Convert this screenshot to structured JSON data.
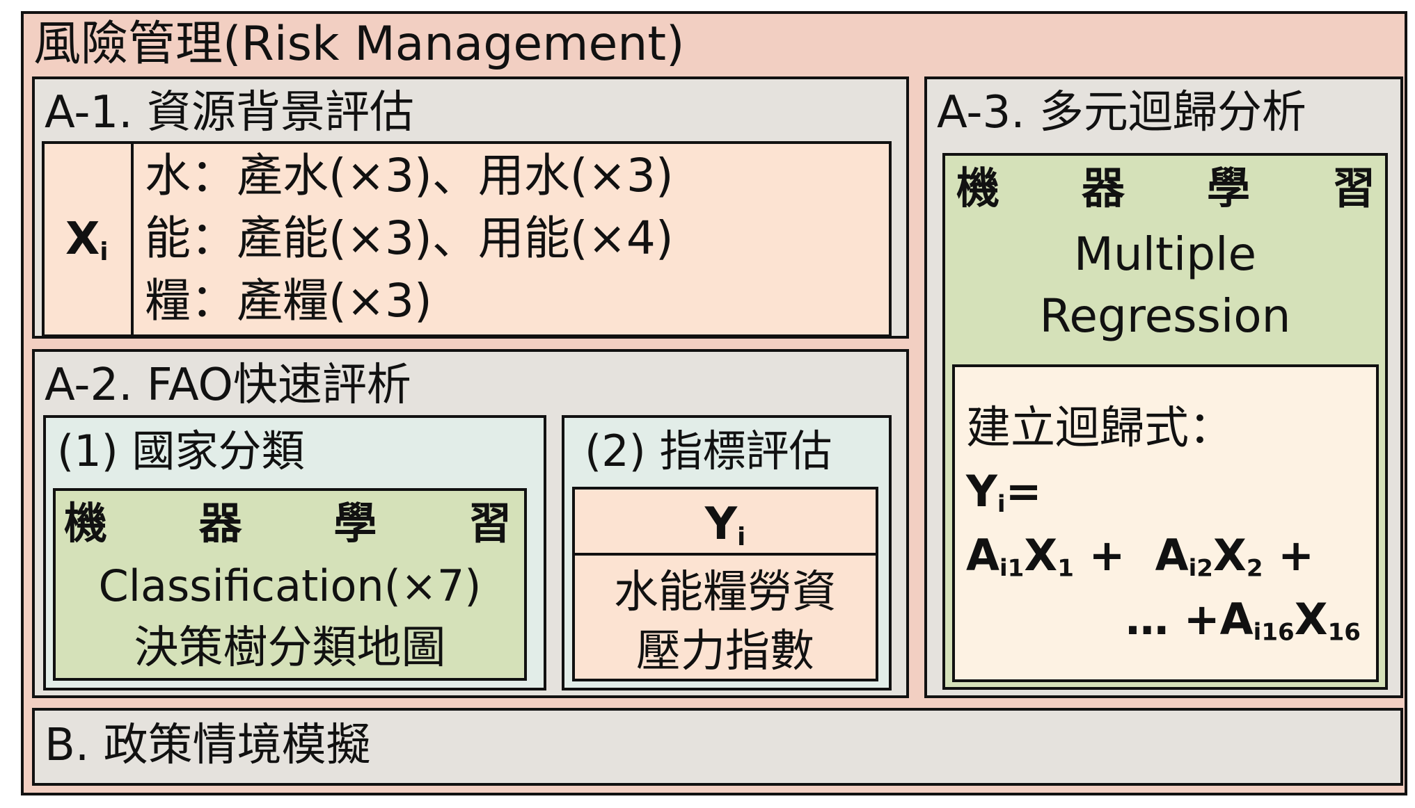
{
  "title": "風險管理(Risk Management)",
  "a1": {
    "heading": "A-1. 資源背景評估",
    "variable": {
      "base": "X",
      "sub": "i"
    },
    "lines": [
      "水：產水(×3)、用水(×3)",
      "能：產能(×3)、用能(×4)",
      "糧：產糧(×3)"
    ]
  },
  "a2": {
    "heading": "A-2. FAO快速評析",
    "country": {
      "heading": "(1) 國家分類",
      "ml_chars": [
        "機",
        "器",
        "學",
        "習"
      ],
      "method": "Classification(×7)",
      "desc": "決策樹分類地圖"
    },
    "indicator": {
      "heading": "(2) 指標評估",
      "variable": {
        "base": "Y",
        "sub": "i"
      },
      "line1": "水能糧勞資",
      "line2": "壓力指數"
    }
  },
  "a3": {
    "heading": "A-3. 多元迴歸分析",
    "ml_chars": [
      "機",
      "器",
      "學",
      "習"
    ],
    "method_line1": "Multiple",
    "method_line2": "Regression",
    "formula": {
      "label": "建立迴歸式：",
      "lhs": {
        "base": "Y",
        "sub": "i",
        "eq": "="
      },
      "term1": {
        "a": "A",
        "a_sub": "i1",
        "x": "X",
        "x_sub": "1",
        "op": " + "
      },
      "term2": {
        "a": "A",
        "a_sub": "i2",
        "x": "X",
        "x_sub": "2",
        "op": " +"
      },
      "ellipsis": "… +",
      "term16": {
        "a": "A",
        "a_sub": "i16",
        "x": "X",
        "x_sub": "16"
      }
    }
  },
  "b": {
    "heading": "B. 政策情境模擬"
  },
  "colors": {
    "outer": "#f2cfc2",
    "gray": "#e5e2dd",
    "peach": "#fce3d2",
    "teal": "#e2ede8",
    "green": "#d5e1b9",
    "cream": "#fdf2e3",
    "border": "#111111"
  }
}
